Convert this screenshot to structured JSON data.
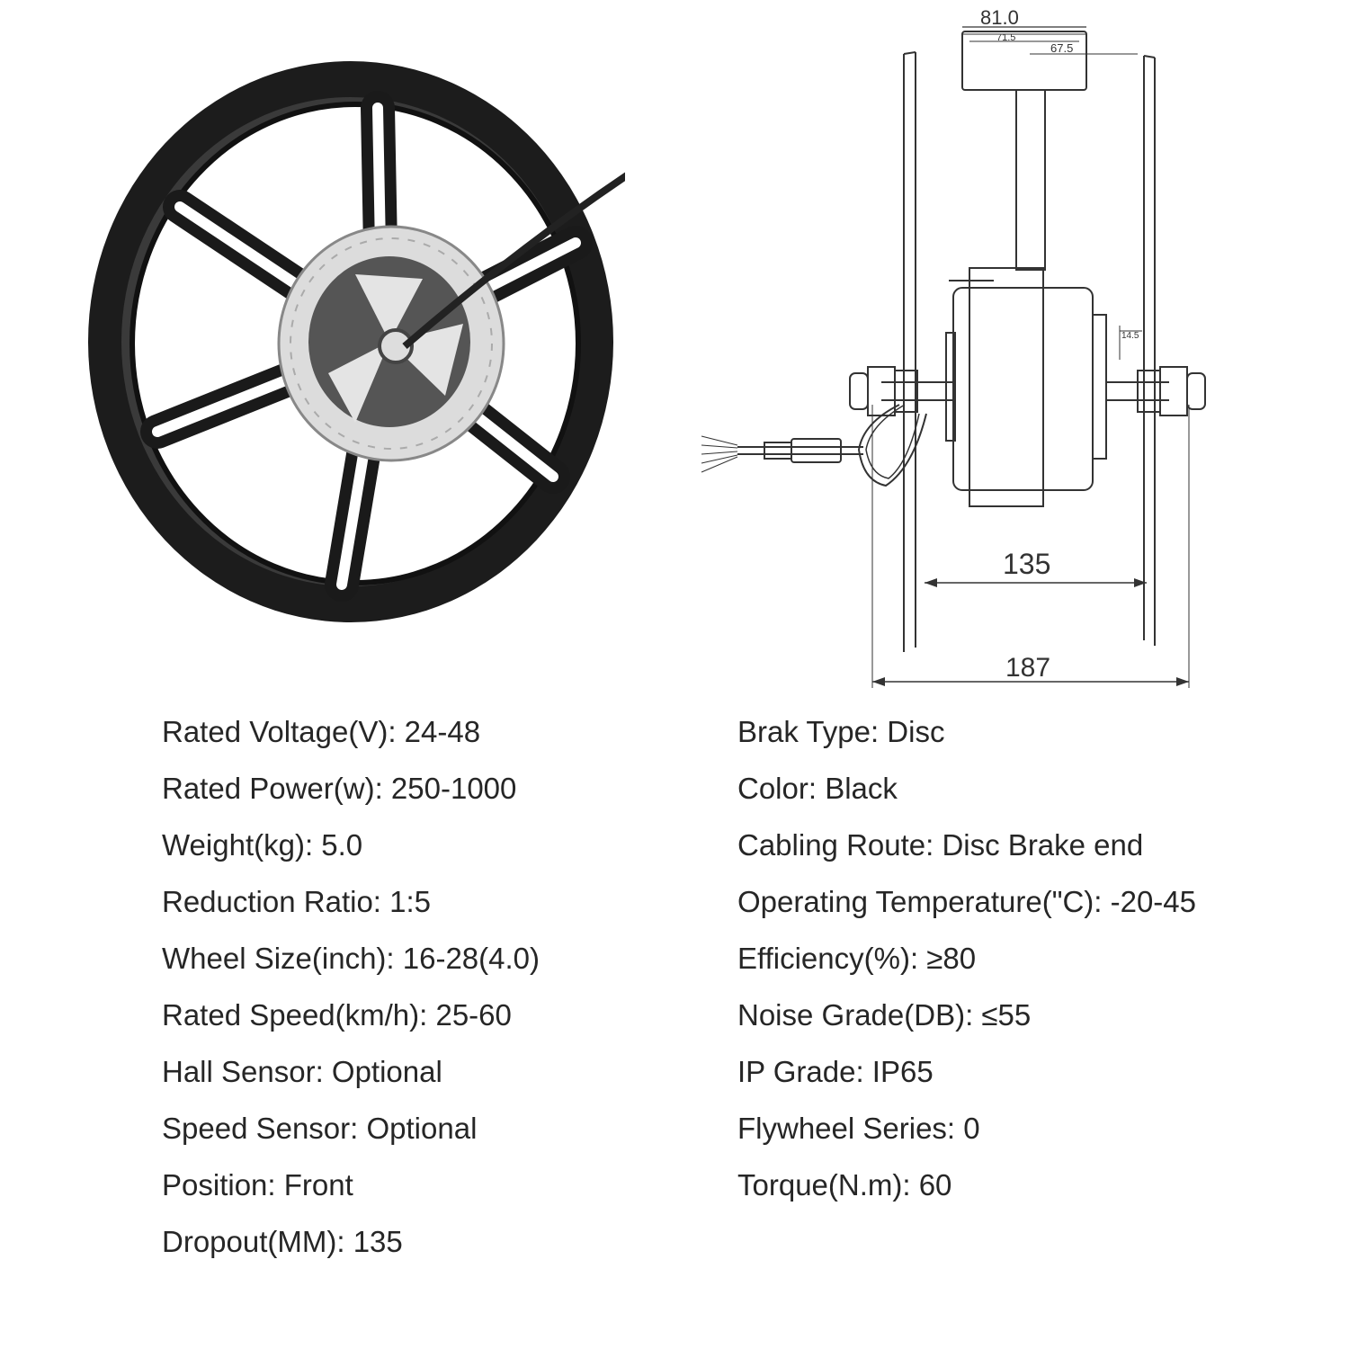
{
  "drawing": {
    "dim_top_outer": "81.0",
    "dim_top_inner1": "71.5",
    "dim_top_inner2": "67.5",
    "dim_small": "14.5",
    "dim_dropout": "135",
    "dim_overall": "187"
  },
  "specs": {
    "left": [
      {
        "label": "Rated Voltage(V): 24-48"
      },
      {
        "label": "Rated Power(w): 250-1000"
      },
      {
        "label": "Weight(kg): 5.0"
      },
      {
        "label": "Reduction Ratio: 1:5"
      },
      {
        "label": "Wheel Size(inch): 16-28(4.0)"
      },
      {
        "label": "Rated Speed(km/h): 25-60"
      },
      {
        "label": "Hall Sensor: Optional"
      },
      {
        "label": "Speed Sensor: Optional"
      },
      {
        "label": "Position: Front"
      },
      {
        "label": "Dropout(MM): 135"
      }
    ],
    "right": [
      {
        "label": "Brak Type: Disc"
      },
      {
        "label": "Color: Black"
      },
      {
        "label": "Cabling Route: Disc Brake end"
      },
      {
        "label": "Operating Temperature(\"C): -20-45"
      },
      {
        "label": "Efficiency(%): ≥80"
      },
      {
        "label": "Noise Grade(DB): ≤55"
      },
      {
        "label": "IP Grade: IP65"
      },
      {
        "label": "Flywheel Series: 0"
      },
      {
        "label": "Torque(N.m): 60"
      }
    ]
  }
}
